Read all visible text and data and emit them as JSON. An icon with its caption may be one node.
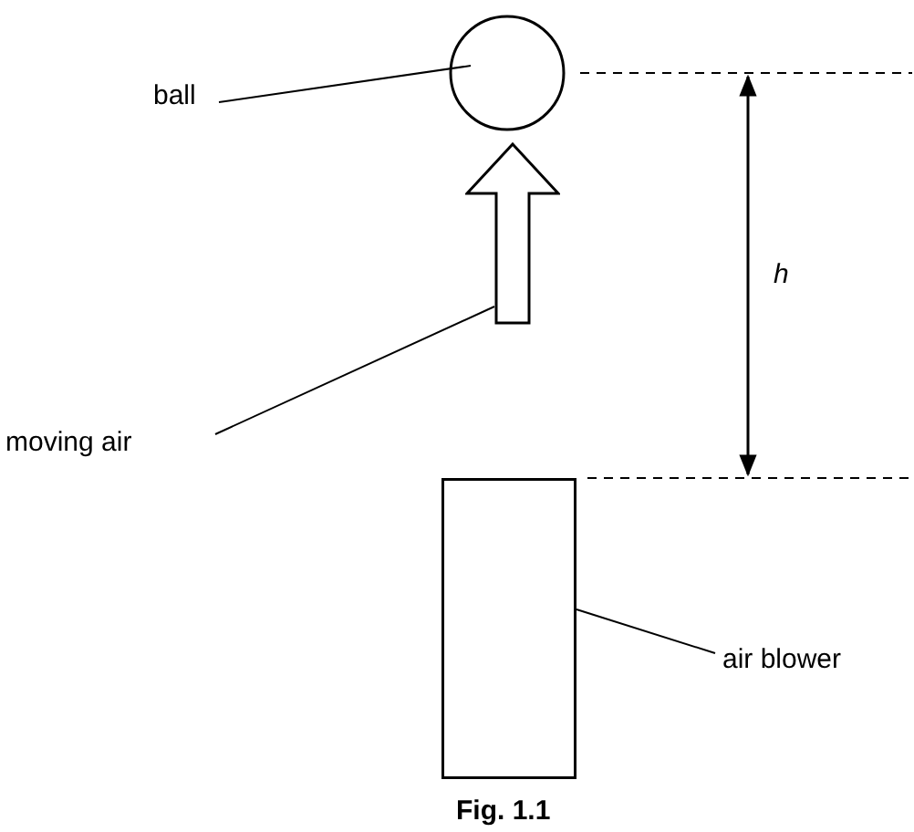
{
  "diagram": {
    "caption": "Fig. 1.1",
    "nodes": [
      {
        "text": [],
        "shape": "circle"
      },
      {
        "text": [
          "ball"
        ]
      },
      {
        "text": [],
        "shape": "arrow"
      },
      {
        "text": [
          "moving air"
        ]
      },
      {
        "text": [],
        "shape": "box"
      },
      {
        "text": [
          "air blower"
        ]
      }
    ],
    "edges": [
      {
        "from": 1,
        "to": 0,
        "arrow": "none"
      },
      {
        "from": 3,
        "to": 2,
        "arrow": "none"
      },
      {
        "from": 5,
        "to": 4,
        "arrow": "none"
      }
    ],
    "labels": [
      "h"
    ]
  }
}
